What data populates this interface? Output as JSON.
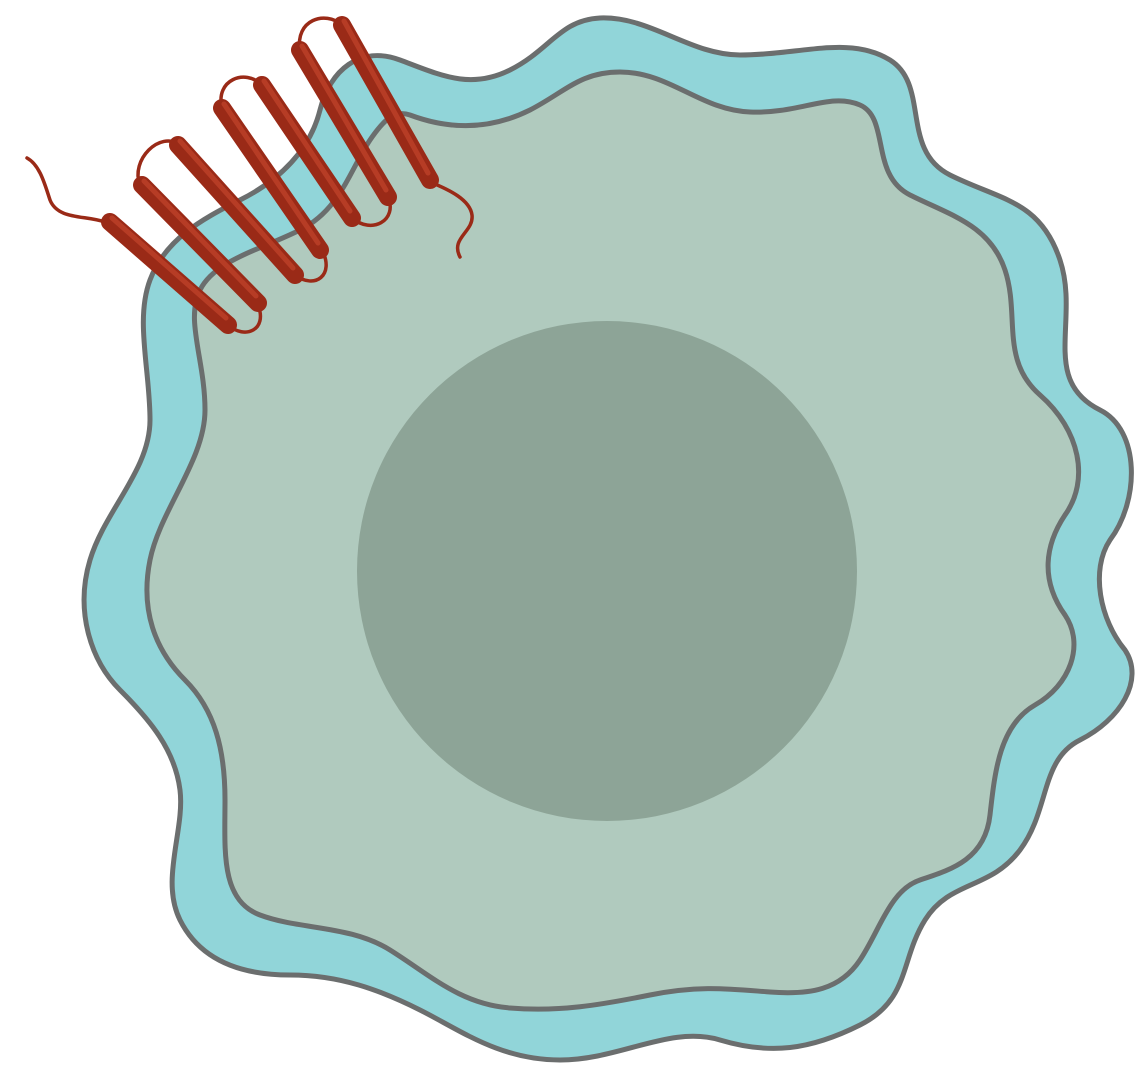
{
  "diagram": {
    "colors": {
      "background": "#ffffff",
      "membrane_fill": "#91d5d9",
      "cytoplasm_fill": "#b0cabe",
      "nucleus_fill": "#8da497",
      "outline": "#6b6e6e",
      "receptor": "#9a2a17",
      "receptor_highlight": "#c2452c"
    },
    "parts": {
      "cell": "cell",
      "membrane": "membrane",
      "cytoplasm": "cytoplasm",
      "nucleus": "nucleus",
      "receptor": "seven-transmembrane-receptor",
      "helix_count": 7
    }
  }
}
